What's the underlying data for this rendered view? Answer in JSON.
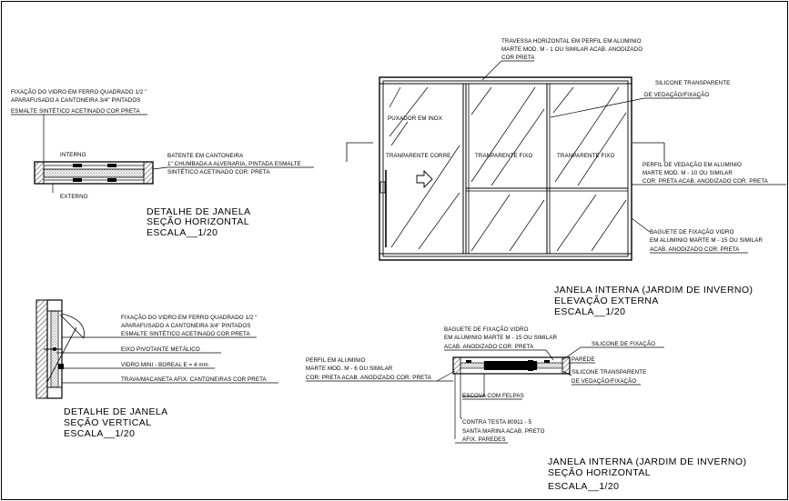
{
  "colors": {
    "line": "#000000",
    "background": "#ffffff"
  },
  "section_h": {
    "note_fix": [
      "FIXAÇÃO DO VIDRO EM FERRO QUADRADO 1/2 \"",
      "APARAFUSADO A CANTONEIRA 3/4\" PINTADOS",
      "ESMALTE SINTÉTICO ACETINADO COR PRETA"
    ],
    "interno": "INTERNO",
    "externo": "EXTERNO",
    "note_batente": [
      "BATENTE EM CANTONEIRA",
      "1\" CHUMBADA A ALVENARIA, PINTADA ESMALTE",
      "SINTÉTICO ACETINADO COR: PRETA"
    ],
    "title": [
      "DETALHE DE JANELA",
      "SEÇÃO HORIZONTAL",
      "ESCALA__1/20"
    ]
  },
  "elevation": {
    "travessa": [
      "TRAVESSA HORIZONTAL EM PERFIL EM ALUMINIO",
      "MARTE MOD. M - 1 OU SIMILAR ACAB. ANODIZADO",
      "COR PRETA"
    ],
    "silicone": [
      "SILICONE TRANSPARENTE",
      "DE VEDAÇÃO/FIXAÇÃO"
    ],
    "puxador": "PUXADOR EM INOX",
    "pane_corre": "TRANPARENTE CORRE",
    "pane_fixo_1": "TRANPARENTE FIXO",
    "pane_fixo_2": "TRANPARENTE FIXO",
    "perfil": [
      "PERFIL DE VEDAÇÃO EM ALUMINIO",
      "MARTE MOD. M - 10 OU SIMILAR",
      "COR: PRETA    ACAB. ANODIZADO COR: PRETA"
    ],
    "baguete": [
      "BAGUETE DE FIXAÇÃO VIDRO",
      "EM ALUMINIO MARTE M - 15 OU SIMILAR",
      "ACAB. ANODIZADO COR: PRETA"
    ],
    "title": [
      "JANELA INTERNA (JARDIM DE INVERNO)",
      "ELEVAÇÃO EXTERNA",
      "ESCALA__1/20"
    ]
  },
  "section_v": {
    "note_fix": [
      "FIXAÇÃO DO VIDRO EM FERRO QUADRADO 1/2 \"",
      "APARAFUSADO A CANTONEIRA 3/4\" PINTADOS",
      "ESMALTE SINTÉTICO ACETINADO COR PRETA"
    ],
    "eixo": "EIXO PIVOTANTE METÁLICO",
    "vidro": "VIDRO MINI - BOREAL E = 4 mm",
    "trava": "TRAVA/MACANETA AFIX. CANTONEIRAS COR PRETA",
    "title": [
      "DETALHE DE JANELA",
      "SEÇÃO VERTICAL",
      "ESCALA__1/20"
    ]
  },
  "section_h2": {
    "baguete": [
      "BAGUETE DE FIXAÇÃO VIDRO",
      "EM ALUMINIO MARTE M - 15 OU SIMILAR",
      "ACAB. ANODIZADO COR: PRETA"
    ],
    "silicone_fix": "SILICONE DE FIXAÇÃO",
    "parede": "PAREDE",
    "silicone": [
      "SILICONE TRANSPARENTE",
      "DE VEDAÇÃO/FIXAÇÃO"
    ],
    "perfil": [
      "PERFIL EM ALUMINIO",
      "MARTE MOD.  M - 6 OU SIMILAR",
      "COR: PRETA    ACAB. ANODIZADO COR: PRETA"
    ],
    "escova": "ESCOVA COM FELPAS",
    "contra": [
      "CONTRA TESTA 80911 - 5",
      "SANTA MARINA ACAB. PRETO",
      "AFIX. PAREDES"
    ],
    "title": [
      "JANELA INTERNA (JARDIM DE INVERNO)",
      "SEÇÃO HORIZONTAL",
      "ESCALA__1/20"
    ]
  }
}
